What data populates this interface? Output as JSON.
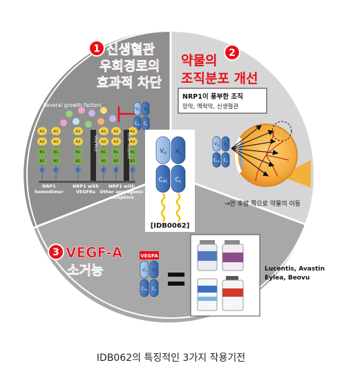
{
  "mechanism_1": {
    "number": "1",
    "title_lines": [
      "신생혈관",
      "우회경로의",
      "효과적 차단"
    ],
    "growth_factors_label": "Several growth factors",
    "receptor_domains": [
      "A1",
      "A2",
      "B1",
      "B2",
      "C"
    ],
    "groups": [
      {
        "label_lines": [
          "NRP1",
          "homodimer"
        ]
      },
      {
        "label_lines": [
          "NRP1 with",
          "VEGFRs"
        ]
      },
      {
        "label_lines": [
          "NRP1 with",
          "Other angiogenic",
          "receptors"
        ]
      }
    ],
    "bar_labels": [
      "VEGFR1/2",
      "Other receptors"
    ]
  },
  "mechanism_2": {
    "number": "2",
    "title_lines": [
      "약물의",
      "조직분포 개선"
    ],
    "tissue_box_title": "NRP1이 풍부한 조직",
    "tissue_box_subtitle": "망막, 맥락막, 신생혈관",
    "movement_caption": "→안 후방 쪽으로 약물의 이동"
  },
  "mechanism_3": {
    "number": "3",
    "title_lines": [
      "VEGF-A",
      "소거능"
    ],
    "vegfa_tag": "VEGFA",
    "drug_names": [
      "Lucentis, Avastin",
      "Eylea, Beovu"
    ]
  },
  "antibody": {
    "vh": "V",
    "vh_sub": "H",
    "vl": "V",
    "vl_sub": "L",
    "ch": "C",
    "ch_sub": "H1",
    "cl": "C",
    "cl_sub": "L",
    "name": "[IDB0062]"
  },
  "caption": "IDB062의 특징적인 3가지 작용기전",
  "colors": {
    "sector_dark": "#8f8f8f",
    "sector_light": "#d6d6d6",
    "sector_bottom": "#a8a8a8",
    "title_red": "#e8101a",
    "antibody_light": "#8fb7df",
    "antibody_dark": "#3e6fb5",
    "linker": "#f2c200"
  }
}
